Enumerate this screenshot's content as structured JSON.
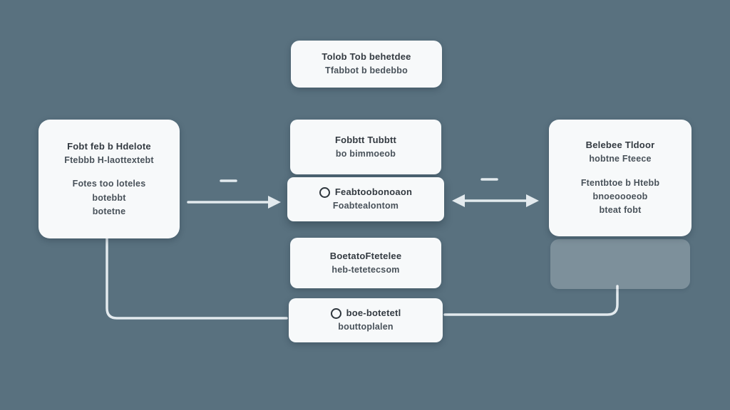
{
  "background": {
    "color": "#59717f"
  },
  "colors": {
    "box_fill": "#f7f9fa",
    "connector": "#e3eaee",
    "text": "#333a41"
  },
  "boxes": {
    "top": {
      "lines": [
        "Tolob Tob behetdee",
        "Tfabbot b bedebbo"
      ]
    },
    "left": {
      "group1": [
        "Fobt feb b Hdelote",
        "Ftebbb H-laottextebt"
      ],
      "group2": [
        "Fotes too loteles",
        "botebbt",
        "botetne"
      ]
    },
    "center_top": {
      "lines": [
        "Fobbtt Tubbtt",
        "bo bimmoeob"
      ]
    },
    "center_middle": {
      "icon": "circle-icon",
      "lines": [
        "Feabtoobonoaon",
        "Foabtealontom"
      ]
    },
    "center_bottom": {
      "lines": [
        "BoetatoFtetelee",
        "heb-tetetecsom"
      ]
    },
    "right": {
      "group1": [
        "Belebee Tldoor",
        "hobtne Fteece"
      ],
      "group2": [
        "Ftentbtoe b Htebb",
        "bnoeoooeob",
        "bteat fobt"
      ]
    },
    "bottom": {
      "icon": "circle-icon",
      "lines": [
        "boe-botetetl",
        "bouttoplalen"
      ]
    }
  },
  "connectors": {
    "arrow_left_to_center": "flow right",
    "arrow_center_right": "flow both ways",
    "elbow_left_to_bottom": "flow down-right",
    "elbow_right_to_bottom": "flow down-left"
  }
}
